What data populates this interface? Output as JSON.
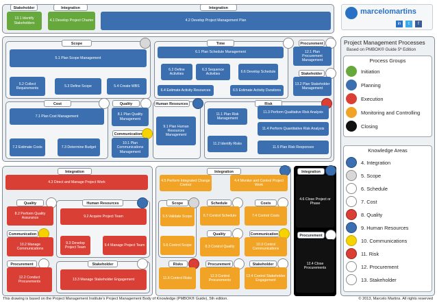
{
  "brand": {
    "name": "marcelomartins",
    "social": [
      "in",
      "t",
      "f"
    ]
  },
  "top": {
    "stakeholder_hdr": "Stakeholder",
    "integration_hdr": "Integration",
    "integration2_hdr": "Integration",
    "b131": "13.1 Identify Stakeholders",
    "b41": "4.1 Develop Project Charter",
    "b42": "4.2 Develop Project Management Plan"
  },
  "planning": {
    "scope_hdr": "Scope",
    "b51": "5.1 Plan Scope Management",
    "b52": "5.2 Collect Requirements",
    "b53": "5.3 Define Scope",
    "b54": "5.4 Create WBS",
    "time_hdr": "Time",
    "b61": "6.1 Plan Schedule Management",
    "b62": "6.2 Define Activities",
    "b63": "6.3 Sequence Activities",
    "b66": "6.6 Develop Schedule",
    "b64": "6.4 Estimate Activity Resources",
    "b65": "6.5 Estimate Activity Durations",
    "procurement_hdr": "Procurement",
    "b121": "12.1 Plan Procurement Management",
    "stakeholder_hdr": "Stakeholder",
    "b132": "13.2 Plan Stakeholder Management",
    "cost_hdr": "Cost",
    "b71": "7.1 Plan Cost Management",
    "b72": "7.2 Estimate Costs",
    "b73": "7.3 Determine Budget",
    "quality_hdr": "Quality",
    "b81": "8.1 Plan Quality Management",
    "comm_hdr": "Communication",
    "b101": "10.1 Plan Communications Management",
    "hr_hdr": "Human Resources",
    "b91": "9.1 Plan Human Resources Management",
    "risk_hdr": "Risk",
    "b111": "11.1 Plan Risk Management",
    "b112": "11.2 Identify Risks",
    "b113": "11.3 Perform Qualitative Risk Analysis",
    "b114": "11.4 Perform Quantitative Risk Analysis",
    "b115": "11.5 Plan Risk Responses"
  },
  "execution": {
    "integration_hdr": "Integration",
    "b43": "4.3 Direct and Manage Project Work",
    "quality_hdr": "Quality",
    "b82": "8.2 Perform Quality Assurance",
    "hr_hdr": "Human Resources",
    "b92": "9.2 Acquire Project Team",
    "comm_hdr": "Communication",
    "b102": "10.2 Manage Communications",
    "b93": "9.3 Develop Project Team",
    "b94": "9.4 Manage Project Team",
    "procurement_hdr": "Procurement",
    "b122": "12.2 Conduct Procurements",
    "stakeholder_hdr": "Stakeholder",
    "b133": "13.3 Manage Stakeholder Engagement"
  },
  "monitoring": {
    "integration_hdr": "Integration",
    "b45": "4.5 Perform Integrated Change Control",
    "b44": "4.4 Monitor and Control Project Work",
    "scope_hdr": "Scope",
    "b55": "5.5 Validate Scope",
    "b56": "5.6 Control Scope",
    "schedule_hdr": "Schedule",
    "b67": "6.7 Control Schedule",
    "costs_hdr": "Costs",
    "b74": "7.4 Control Costs",
    "quality_hdr": "Quality",
    "b83": "8.3 Control Quality",
    "comm_hdr": "Communication",
    "b103": "10.3 Control Communications",
    "risks_hdr": "Risks",
    "b116": "11.6 Control Risks",
    "procurement_hdr": "Procurement",
    "b123": "12.3 Control Procurements",
    "stakeholder_hdr": "Stakeholder",
    "b134": "13.4 Control Stakeholder Engagement"
  },
  "closing": {
    "integration_hdr": "Integration",
    "b46": "4.6 Close Project or Phase",
    "procurement_hdr": "Procurement",
    "b124": "12.4 Close Procurements"
  },
  "legend": {
    "title": "Project Management Processes",
    "subtitle": "Based on PMBOK® Guide 5ª Edition",
    "groups_title": "Process Groups",
    "groups": [
      {
        "label": "Initiation",
        "color": "#66a83c"
      },
      {
        "label": "Planning",
        "color": "#3b6fb0"
      },
      {
        "label": "Execution",
        "color": "#d93f35"
      },
      {
        "label": "Monitoring and Controlling",
        "color": "#f0a324"
      },
      {
        "label": "Closing",
        "color": "#111111"
      }
    ],
    "areas_title": "Knowledge Areas",
    "areas": [
      {
        "label": "4. Integration",
        "icon": "puzzle-icon"
      },
      {
        "label": "5. Scope",
        "icon": "gear-icon"
      },
      {
        "label": "6. Schedule",
        "icon": "clock-icon"
      },
      {
        "label": "7. Cost",
        "icon": "dollar-icon"
      },
      {
        "label": "8. Quality",
        "icon": "target-icon"
      },
      {
        "label": "9. Human Resources",
        "icon": "people-icon"
      },
      {
        "label": "10. Communications",
        "icon": "speech-bubble-icon"
      },
      {
        "label": "11. Risk",
        "icon": "dice-icon"
      },
      {
        "label": "12. Procurement",
        "icon": "cart-icon"
      },
      {
        "label": "13. Stakeholder",
        "icon": "person-icon"
      }
    ]
  },
  "footer": {
    "left": "This drawing is based on the Project Management Institute's Project Management Body of Knowledge (PMBOK® Guide), 5th edition.",
    "right": "© 2013, Marcelo Martins. All rights reserved"
  }
}
